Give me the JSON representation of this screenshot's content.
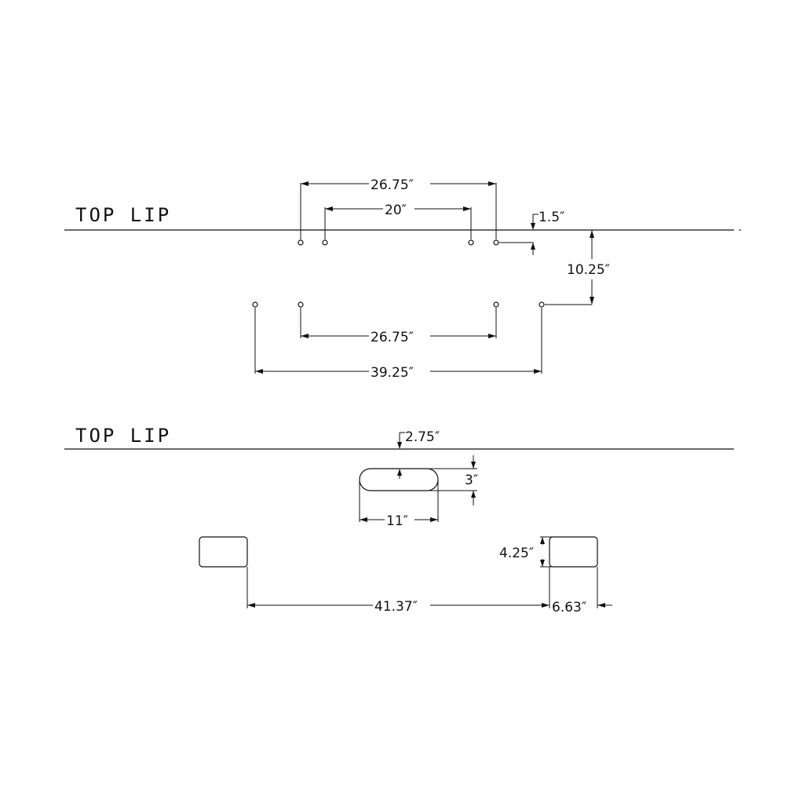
{
  "top_section": {
    "label": "TOP LIP",
    "dim_outer_top": "26.75″",
    "dim_inner_top": "20″",
    "dim_offset": "1.5″",
    "dim_vertical": "10.25″",
    "dim_lower_inner": "26.75″",
    "dim_lower_outer": "39.25″"
  },
  "bottom_section": {
    "label": "TOP LIP",
    "dim_offset": "2.75″",
    "dim_slot_height": "3″",
    "dim_slot_width": "11″",
    "dim_rect_height": "4.25″",
    "dim_spacing": "41.37″",
    "dim_rect_width": "6.63″"
  }
}
